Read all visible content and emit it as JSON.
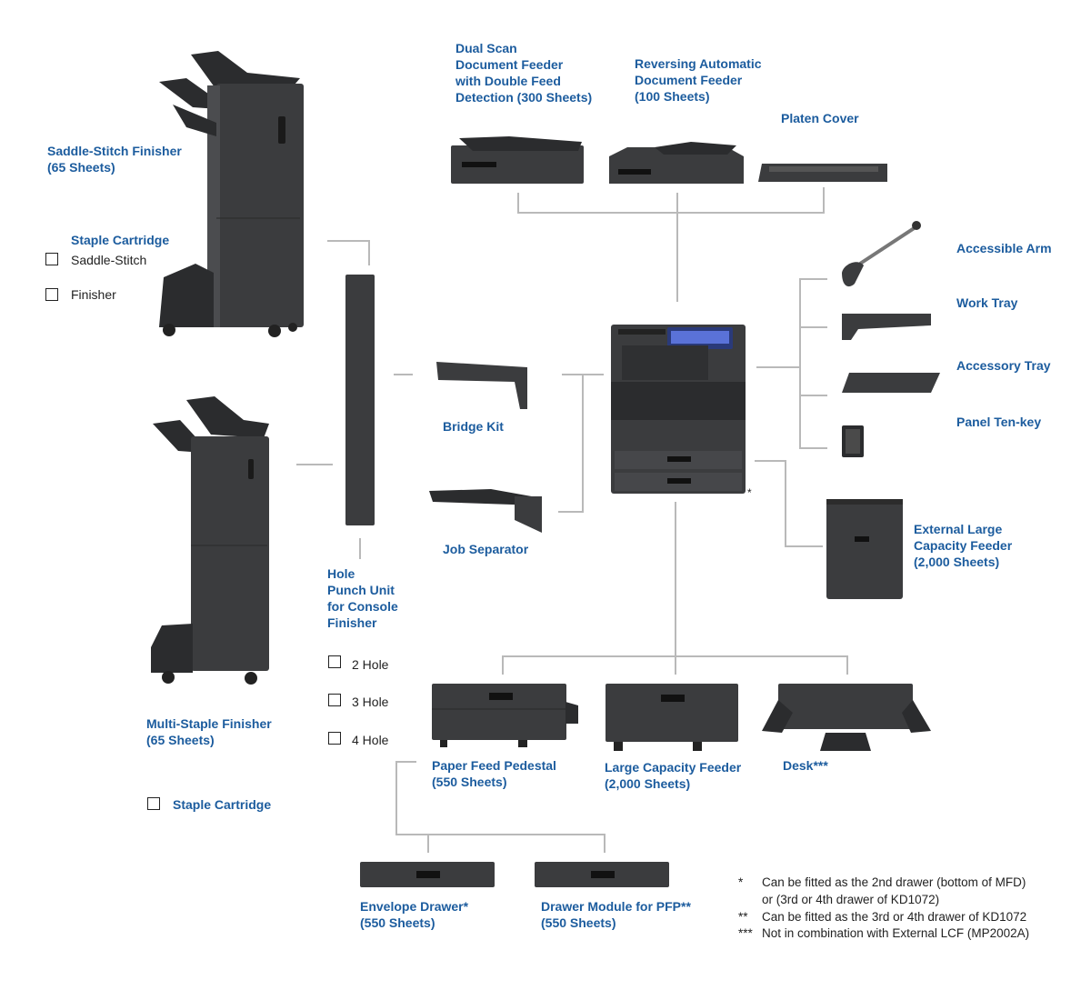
{
  "options": {
    "dual_scan_feeder": [
      "Dual Scan",
      "Document Feeder",
      "with Double Feed",
      "Detection (300 Sheets)"
    ],
    "reversing_feeder": [
      "Reversing Automatic",
      "Document Feeder",
      "(100 Sheets)"
    ],
    "platen_cover": "Platen Cover",
    "saddle_stitch_finisher": [
      "Saddle-Stitch Finisher",
      "(65 Sheets)"
    ],
    "staple_cartridge_title": "Staple Cartridge",
    "staple_saddle_stitch": "Saddle-Stitch",
    "staple_finisher": "Finisher",
    "accessible_arm": "Accessible Arm",
    "work_tray": "Work Tray",
    "accessory_tray": "Accessory Tray",
    "panel_ten_key": "Panel Ten-key",
    "bridge_kit": "Bridge Kit",
    "job_separator": "Job Separator",
    "hole_punch": [
      "Hole",
      "Punch Unit",
      "for Console",
      "Finisher"
    ],
    "hole_2": "2 Hole",
    "hole_3": "3 Hole",
    "hole_4": "4 Hole",
    "external_lcf": [
      "External Large",
      "Capacity Feeder",
      "(2,000 Sheets)"
    ],
    "multi_staple_finisher": [
      "Multi-Staple Finisher",
      "(65 Sheets)"
    ],
    "staple_cartridge_bottom": "Staple Cartridge",
    "paper_feed_pedestal": [
      "Paper Feed Pedestal",
      "(550 Sheets)"
    ],
    "large_capacity_feeder": [
      "Large Capacity Feeder",
      "(2,000 Sheets)"
    ],
    "desk": "Desk***",
    "envelope_drawer": [
      "Envelope Drawer*",
      "(550 Sheets)"
    ],
    "drawer_module": [
      "Drawer Module for PFP**",
      "(550 Sheets)"
    ],
    "asterisk_mark": "*"
  },
  "footnotes": [
    {
      "mark": "*",
      "text": "Can be fitted as the 2nd drawer (bottom of MFD)"
    },
    {
      "mark": "",
      "text": "or (3rd or 4th drawer of KD1072)"
    },
    {
      "mark": "**",
      "text": "Can be fitted as the 3rd or 4th drawer of KD1072"
    },
    {
      "mark": "***",
      "text": "Not in combination with External LCF (MP2002A)"
    }
  ],
  "colors": {
    "label": "#1c5c9e",
    "connector": "#b9b9b9",
    "device": "#3b3c3e"
  }
}
